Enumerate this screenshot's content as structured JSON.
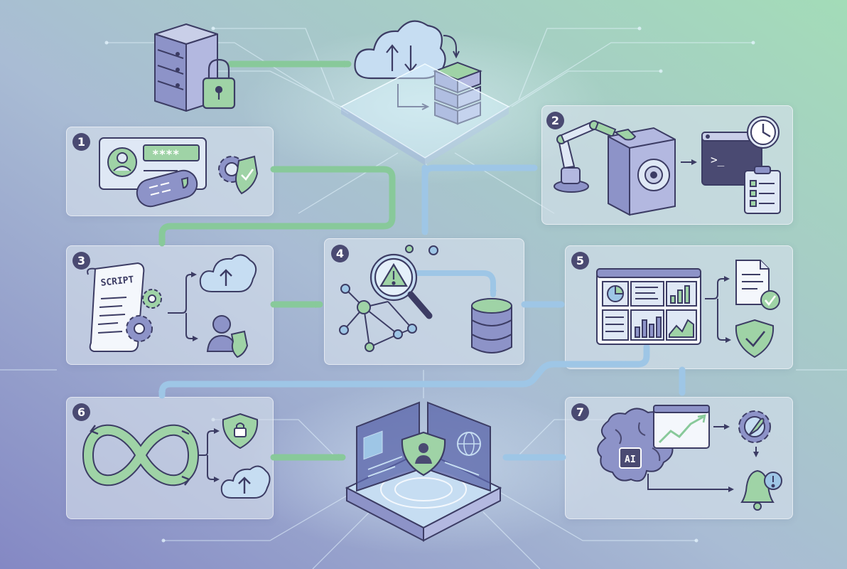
{
  "steps": [
    {
      "number": "1"
    },
    {
      "number": "2"
    },
    {
      "number": "3"
    },
    {
      "number": "4"
    },
    {
      "number": "5"
    },
    {
      "number": "6"
    },
    {
      "number": "7"
    }
  ],
  "labels": {
    "password_mask": "****",
    "script": "SCRIPT",
    "ai": "AI",
    "terminal_prompt": ">_"
  },
  "icons": [
    "server-rack-icon",
    "padlock-icon",
    "cloud-sync-icon",
    "database-server-icon",
    "identity-card-icon",
    "password-field-icon",
    "gear-shield-icon",
    "robotic-arm-icon",
    "vault-safe-icon",
    "terminal-icon",
    "clock-icon",
    "checklist-icon",
    "script-scroll-icon",
    "gears-icon",
    "cloud-upload-icon",
    "user-shield-icon",
    "magnifier-alert-icon",
    "network-graph-icon",
    "database-icon",
    "dashboard-icon",
    "document-check-icon",
    "shield-check-icon",
    "infinity-loop-icon",
    "lock-shield-icon",
    "secure-platform-icon",
    "brain-ai-icon",
    "trend-chart-icon",
    "wrench-gear-icon",
    "alert-bell-icon"
  ],
  "colors": {
    "background_left": "#8c8fc8",
    "background_right": "#a6d8bc",
    "accent_green": "#88c99a",
    "accent_blue": "#9ec6e6",
    "outline": "#3c3c64",
    "panel": "#d6e0ec",
    "glow": "#c8f4ff"
  }
}
